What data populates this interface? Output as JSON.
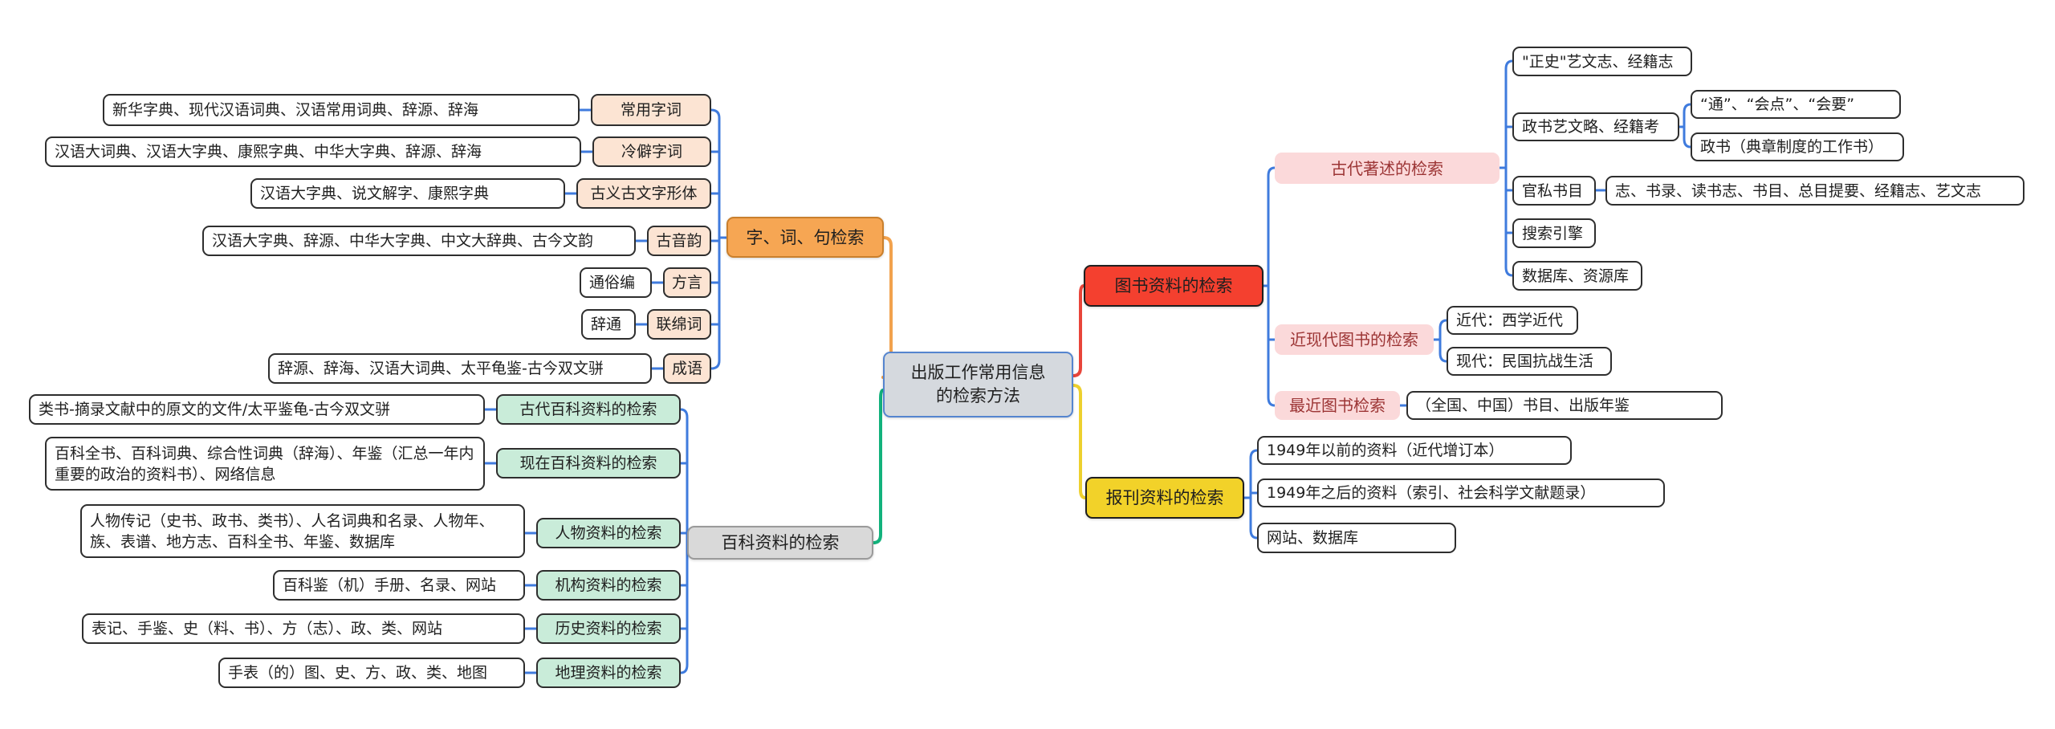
{
  "colors": {
    "connector_blue": "#3f7bdd",
    "branch_word_line": "#f2a24d",
    "branch_encyclopedia_line": "#12b27c",
    "branch_books_line": "#e8453a",
    "branch_periodicals_line": "#edd02e",
    "node_orange": "#f6a653",
    "node_gray": "#d9d9d9",
    "node_red": "#f4402f",
    "node_yellow": "#f2d229",
    "node_peach": "#fce4d3",
    "node_mint": "#c9ecd9",
    "node_pink_highlight": "#fbd9da",
    "center_fill": "#d5d9de",
    "center_border": "#5585cf"
  },
  "center": {
    "line1": "出版工作常用信息",
    "line2": "的检索方法"
  },
  "wordSearch": {
    "label": "字、词、句检索",
    "rows": [
      {
        "leaf": "新华字典、现代汉语词典、汉语常用词典、辞源、辞海",
        "label": "常用字词"
      },
      {
        "leaf": "汉语大词典、汉语大字典、康熙字典、中华大字典、辞源、辞海",
        "label": "冷僻字词"
      },
      {
        "leaf": "汉语大字典、说文解字、康熙字典",
        "label": "古义古文字形体"
      },
      {
        "leaf": "汉语大字典、辞源、中华大字典、中文大辞典、古今文韵",
        "label": "古音韵"
      },
      {
        "leaf": "通俗编",
        "label": "方言"
      },
      {
        "leaf": "辞通",
        "label": "联绵词"
      },
      {
        "leaf": "辞源、辞海、汉语大词典、太平龟鉴-古今双文骈",
        "label": "成语"
      }
    ]
  },
  "encyclopedia": {
    "label": "百科资料的检索",
    "rows": [
      {
        "leaf": "类书-摘录文献中的原文的文件/太平鉴龟-古今双文骈",
        "label": "古代百科资料的检索"
      },
      {
        "leaf": "百科全书、百科词典、综合性词典（辞海）、年鉴（汇总一年内重要的政治的资料书）、网络信息",
        "label": "现在百科资料的检索"
      },
      {
        "leaf": "人物传记（史书、政书、类书）、人名词典和名录、人物年、族、表谱、地方志、百科全书、年鉴、数据库",
        "label": "人物资料的检索"
      },
      {
        "leaf": "百科鉴（机）手册、名录、网站",
        "label": "机构资料的检索"
      },
      {
        "leaf": "表记、手鉴、史（料、书）、方（志）、政、类、网站",
        "label": "历史资料的检索"
      },
      {
        "leaf": "手表（的）图、史、方、政、类、地图",
        "label": "地理资料的检索"
      }
    ]
  },
  "books": {
    "label": "图书资料的检索",
    "ancient": {
      "label": "古代著述的检索",
      "item1": "\"正史\"艺文志、经籍志",
      "item2": "政书艺文略、经籍考",
      "item2a": "“通”、“会点”、“会要”",
      "item2b": "政书（典章制度的工作书）",
      "item3": "官私书目",
      "item3a": "志、书录、读书志、书目、总目提要、经籍志、艺文志",
      "item4": "搜索引擎",
      "item5": "数据库、资源库"
    },
    "modern": {
      "label": "近现代图书的检索",
      "item1": "近代：西学近代",
      "item2": "现代：民国抗战生活"
    },
    "recent": {
      "label": "最近图书检索",
      "item1": "（全国、中国）书目、出版年鉴"
    }
  },
  "periodicals": {
    "label": "报刊资料的检索",
    "item1": "1949年以前的资料（近代增订本）",
    "item2": "1949年之后的资料（索引、社会科学文献题录）",
    "item3": "网站、数据库"
  }
}
